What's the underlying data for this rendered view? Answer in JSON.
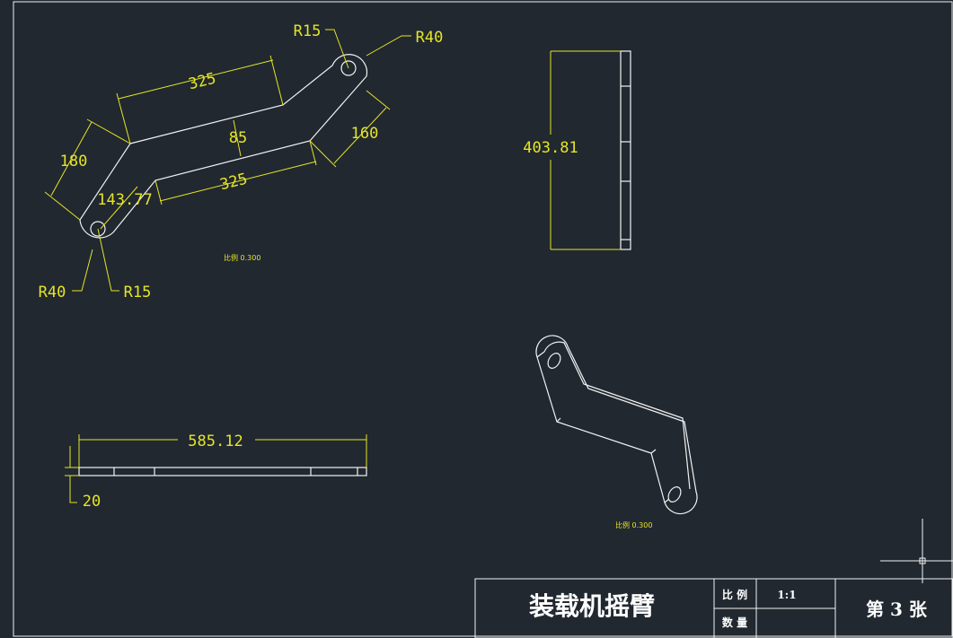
{
  "top_view": {
    "dims": {
      "top_length": "325",
      "bottom_length": "325",
      "width": "85",
      "left_end": "180",
      "right_end": "160",
      "diagonal": "143.77",
      "radius_top_small": "R15",
      "radius_top_large": "R40",
      "radius_bottom_large": "R40",
      "radius_bottom_small": "R15"
    },
    "scale_label": "比例 0.300"
  },
  "side_view": {
    "height": "403.81"
  },
  "front_view": {
    "length": "585.12",
    "thickness": "20"
  },
  "iso_view": {
    "scale_label": "比例 0.300"
  },
  "title_block": {
    "name": "装载机摇臂",
    "scale_label": "比 例",
    "scale_value": "1:1",
    "quantity_label": "数 量",
    "quantity_value": "",
    "sheet": "第 3 张"
  },
  "colors": {
    "background": "#212830",
    "dimension": "#e5e526",
    "outline": "#f2f2f2"
  }
}
